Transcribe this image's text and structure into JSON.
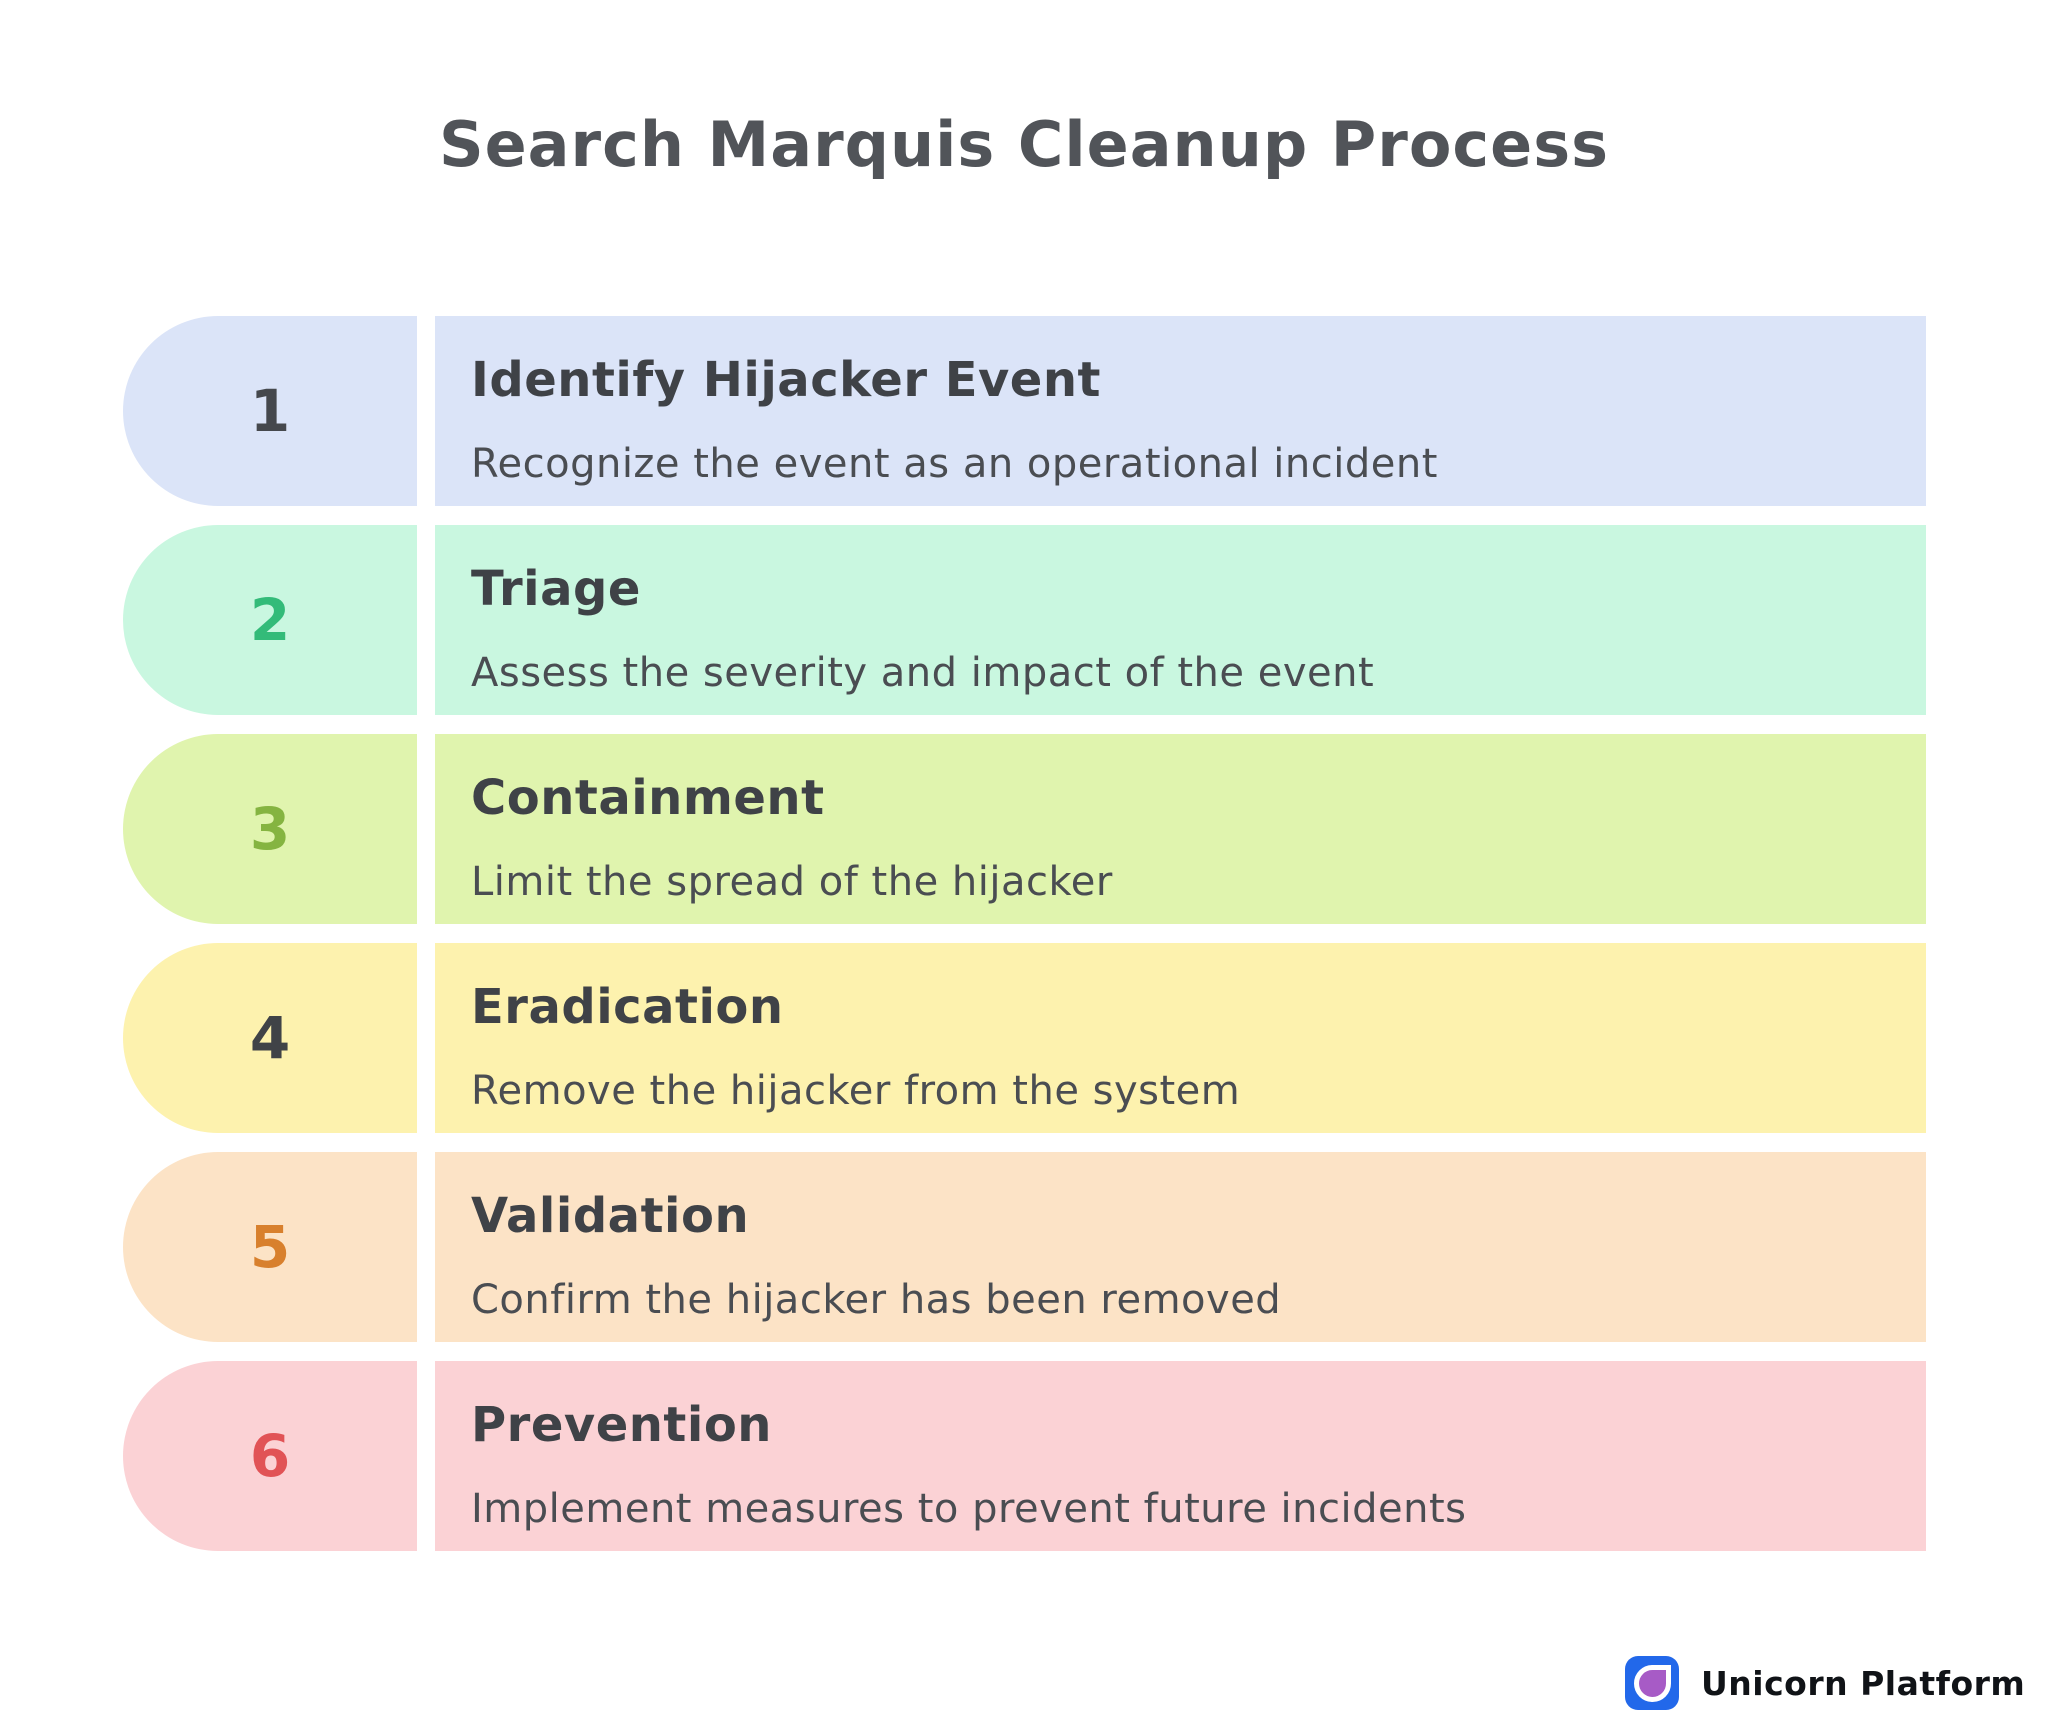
{
  "title": "Search Marquis Cleanup Process",
  "title_color": "#515459",
  "steps": [
    {
      "number": "1",
      "title": "Identify Hijacker Event",
      "description": "Recognize the event as an operational incident",
      "bg": "#dbe4f8",
      "number_color": "#45484d"
    },
    {
      "number": "2",
      "title": "Triage",
      "description": "Assess the severity and impact of the event",
      "bg": "#c9f7e0",
      "number_color": "#33bb79"
    },
    {
      "number": "3",
      "title": "Containment",
      "description": "Limit the spread of the hijacker",
      "bg": "#e0f4ae",
      "number_color": "#85b441"
    },
    {
      "number": "4",
      "title": "Eradication",
      "description": "Remove the hijacker from the system",
      "bg": "#fdf2ae",
      "number_color": "#404347"
    },
    {
      "number": "5",
      "title": "Validation",
      "description": "Confirm the hijacker has been removed",
      "bg": "#fce3c6",
      "number_color": "#d8802d"
    },
    {
      "number": "6",
      "title": "Prevention",
      "description": "Implement measures to prevent future incidents",
      "bg": "#fbd2d5",
      "number_color": "#e15356"
    }
  ],
  "step_title_color": "#3f4247",
  "step_desc_color": "#4a4d52",
  "footer": {
    "brand": "Unicorn Platform",
    "logo_color": "#2268ea",
    "logo_drop_color": "#a75bc6",
    "brand_text_color": "#101317"
  }
}
